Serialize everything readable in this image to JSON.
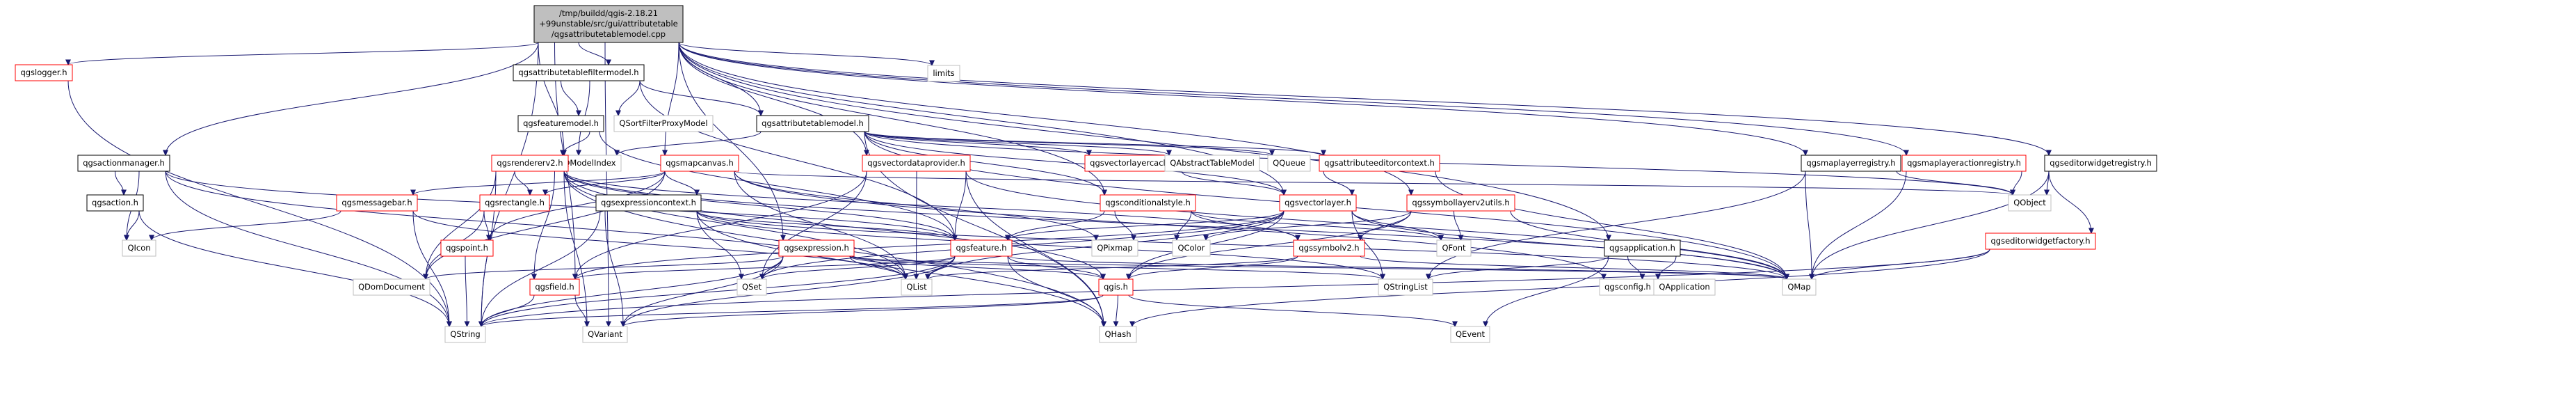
{
  "colors": {
    "root_fill": "#bfbfbf",
    "root_border": "#000000",
    "red_border": "#ff0000",
    "black_border": "#000000",
    "gray_border": "#bfbfbf",
    "edge": "#191970"
  },
  "nodes": [
    {
      "id": "root",
      "style": "root",
      "lines": [
        "/tmp/buildd/qgis-2.18.21",
        "+99unstable/src/gui/attributetable",
        "/qgsattributetablemodel.cpp"
      ]
    },
    {
      "id": "qgslogger",
      "style": "red",
      "lines": [
        "qgslogger.h"
      ]
    },
    {
      "id": "limits",
      "style": "gray",
      "lines": [
        "limits"
      ]
    },
    {
      "id": "qgsattributetablefiltermodel",
      "style": "black",
      "lines": [
        "qgsattributetablefiltermodel.h"
      ]
    },
    {
      "id": "qgsfeaturemodel",
      "style": "black",
      "lines": [
        "qgsfeaturemodel.h"
      ]
    },
    {
      "id": "QSortFilterProxyModel",
      "style": "gray",
      "lines": [
        "QSortFilterProxyModel"
      ]
    },
    {
      "id": "qgsattributetablemodel",
      "style": "black",
      "lines": [
        "qgsattributetablemodel.h"
      ]
    },
    {
      "id": "QModelIndex",
      "style": "gray",
      "lines": [
        "QModelIndex"
      ]
    },
    {
      "id": "qgsactionmanager",
      "style": "black",
      "lines": [
        "qgsactionmanager.h"
      ]
    },
    {
      "id": "qgsrendererv2",
      "style": "red",
      "lines": [
        "qgsrendererv2.h"
      ]
    },
    {
      "id": "qgsmapcanvas",
      "style": "red",
      "lines": [
        "qgsmapcanvas.h"
      ]
    },
    {
      "id": "qgsvectordataprovider",
      "style": "red",
      "lines": [
        "qgsvectordataprovider.h"
      ]
    },
    {
      "id": "qgsvectorlayercache",
      "style": "red",
      "lines": [
        "qgsvectorlayercache.h"
      ]
    },
    {
      "id": "QAbstractTableModel",
      "style": "gray",
      "lines": [
        "QAbstractTableModel"
      ]
    },
    {
      "id": "QQueue",
      "style": "gray",
      "lines": [
        "QQueue"
      ]
    },
    {
      "id": "qgsattributeeditorcontext",
      "style": "red",
      "lines": [
        "qgsattributeeditorcontext.h"
      ]
    },
    {
      "id": "qgsmaplayerregistry",
      "style": "black",
      "lines": [
        "qgsmaplayerregistry.h"
      ]
    },
    {
      "id": "qgsmaplayeractionregistry",
      "style": "red",
      "lines": [
        "qgsmaplayeractionregistry.h"
      ]
    },
    {
      "id": "qgseditorwidgetregistry",
      "style": "black",
      "lines": [
        "qgseditorwidgetregistry.h"
      ]
    },
    {
      "id": "qgsaction",
      "style": "black",
      "lines": [
        "qgsaction.h"
      ]
    },
    {
      "id": "QIcon",
      "style": "gray",
      "lines": [
        "QIcon"
      ]
    },
    {
      "id": "qgsmessagebar",
      "style": "red",
      "lines": [
        "qgsmessagebar.h"
      ]
    },
    {
      "id": "qgsrectangle",
      "style": "red",
      "lines": [
        "qgsrectangle.h"
      ]
    },
    {
      "id": "qgsexpressioncontext",
      "style": "black",
      "lines": [
        "qgsexpressioncontext.h"
      ]
    },
    {
      "id": "qgsconditionalstyle",
      "style": "red",
      "lines": [
        "qgsconditionalstyle.h"
      ]
    },
    {
      "id": "qgsvectorlayer",
      "style": "red",
      "lines": [
        "qgsvectorlayer.h"
      ]
    },
    {
      "id": "qgssymbollayerv2utils",
      "style": "red",
      "lines": [
        "qgssymbollayerv2utils.h"
      ]
    },
    {
      "id": "QObject",
      "style": "gray",
      "lines": [
        "QObject"
      ]
    },
    {
      "id": "qgseditorwidgetfactory",
      "style": "red",
      "lines": [
        "qgseditorwidgetfactory.h"
      ]
    },
    {
      "id": "qgspoint",
      "style": "red",
      "lines": [
        "qgspoint.h"
      ]
    },
    {
      "id": "qgsexpression",
      "style": "red",
      "lines": [
        "qgsexpression.h"
      ]
    },
    {
      "id": "qgsfeature",
      "style": "red",
      "lines": [
        "qgsfeature.h"
      ]
    },
    {
      "id": "QPixmap",
      "style": "gray",
      "lines": [
        "QPixmap"
      ]
    },
    {
      "id": "QColor",
      "style": "gray",
      "lines": [
        "QColor"
      ]
    },
    {
      "id": "qgssymbolv2",
      "style": "red",
      "lines": [
        "qgssymbolv2.h"
      ]
    },
    {
      "id": "QFont",
      "style": "gray",
      "lines": [
        "QFont"
      ]
    },
    {
      "id": "qgsapplication",
      "style": "black",
      "lines": [
        "qgsapplication.h"
      ]
    },
    {
      "id": "QDomDocument",
      "style": "gray",
      "lines": [
        "QDomDocument"
      ]
    },
    {
      "id": "QSet",
      "style": "gray",
      "lines": [
        "QSet"
      ]
    },
    {
      "id": "QList",
      "style": "gray",
      "lines": [
        "QList"
      ]
    },
    {
      "id": "qgsfield",
      "style": "red",
      "lines": [
        "qgsfield.h"
      ]
    },
    {
      "id": "qgis",
      "style": "red",
      "lines": [
        "qgis.h"
      ]
    },
    {
      "id": "QStringList",
      "style": "gray",
      "lines": [
        "QStringList"
      ]
    },
    {
      "id": "qgsconfig",
      "style": "gray",
      "lines": [
        "qgsconfig.h"
      ]
    },
    {
      "id": "QApplication",
      "style": "gray",
      "lines": [
        "QApplication"
      ]
    },
    {
      "id": "QMap",
      "style": "gray",
      "lines": [
        "QMap"
      ]
    },
    {
      "id": "QString",
      "style": "gray",
      "lines": [
        "QString"
      ]
    },
    {
      "id": "QVariant",
      "style": "gray",
      "lines": [
        "QVariant"
      ]
    },
    {
      "id": "QHash",
      "style": "gray",
      "lines": [
        "QHash"
      ]
    },
    {
      "id": "QEvent",
      "style": "gray",
      "lines": [
        "QEvent"
      ]
    }
  ],
  "edges": [
    [
      "root",
      "qgslogger"
    ],
    [
      "root",
      "limits"
    ],
    [
      "root",
      "qgsattributetablefiltermodel"
    ],
    [
      "root",
      "qgsattributetablemodel"
    ],
    [
      "root",
      "qgsactionmanager"
    ],
    [
      "root",
      "qgsrendererv2"
    ],
    [
      "root",
      "qgsmapcanvas"
    ],
    [
      "root",
      "qgsvectordataprovider"
    ],
    [
      "root",
      "qgsconditionalstyle"
    ],
    [
      "root",
      "qgsvectorlayer"
    ],
    [
      "root",
      "qgssymbollayerv2utils"
    ],
    [
      "root",
      "qgsmaplayerregistry"
    ],
    [
      "root",
      "qgsmaplayeractionregistry"
    ],
    [
      "root",
      "qgseditorwidgetregistry"
    ],
    [
      "root",
      "qgsexpression"
    ],
    [
      "root",
      "qgsfield"
    ],
    [
      "root",
      "qgsapplication"
    ],
    [
      "root",
      "QString"
    ],
    [
      "root",
      "QVariant"
    ],
    [
      "qgslogger",
      "QString"
    ],
    [
      "qgsattributetablefiltermodel",
      "qgsfeaturemodel"
    ],
    [
      "qgsattributetablefiltermodel",
      "QSortFilterProxyModel"
    ],
    [
      "qgsattributetablefiltermodel",
      "QModelIndex"
    ],
    [
      "qgsattributetablefiltermodel",
      "qgsattributetablemodel"
    ],
    [
      "qgsattributetablefiltermodel",
      "qgsfeature"
    ],
    [
      "qgsfeaturemodel",
      "QModelIndex"
    ],
    [
      "qgsfeaturemodel",
      "qgsfeature"
    ],
    [
      "qgsattributetablemodel",
      "QModelIndex"
    ],
    [
      "qgsattributetablemodel",
      "qgsvectorlayercache"
    ],
    [
      "qgsattributetablemodel",
      "QAbstractTableModel"
    ],
    [
      "qgsattributetablemodel",
      "QQueue"
    ],
    [
      "qgsattributetablemodel",
      "qgsattributeeditorcontext"
    ],
    [
      "qgsattributetablemodel",
      "qgsconditionalstyle"
    ],
    [
      "qgsattributetablemodel",
      "qgsvectorlayer"
    ],
    [
      "qgsattributetablemodel",
      "QObject"
    ],
    [
      "qgsattributetablemodel",
      "QMap"
    ],
    [
      "qgsattributetablemodel",
      "QHash"
    ],
    [
      "qgsactionmanager",
      "qgsaction"
    ],
    [
      "qgsactionmanager",
      "QIcon"
    ],
    [
      "qgsactionmanager",
      "QString"
    ],
    [
      "qgsactionmanager",
      "QList"
    ],
    [
      "qgsactionmanager",
      "qgsfeature"
    ],
    [
      "qgsaction",
      "QIcon"
    ],
    [
      "qgsaction",
      "QString"
    ],
    [
      "qgsrendererv2",
      "qgis"
    ],
    [
      "qgsrendererv2",
      "qgsrectangle"
    ],
    [
      "qgsrendererv2",
      "qgsfield"
    ],
    [
      "qgsrendererv2",
      "qgsfeature"
    ],
    [
      "qgsrendererv2",
      "qgssymbolv2"
    ],
    [
      "qgsrendererv2",
      "QDomDocument"
    ],
    [
      "qgsrendererv2",
      "QString"
    ],
    [
      "qgsrendererv2",
      "QVariant"
    ],
    [
      "qgsrendererv2",
      "QList"
    ],
    [
      "qgsrendererv2",
      "QHash"
    ],
    [
      "qgsrendererv2",
      "QMap"
    ],
    [
      "qgsmapcanvas",
      "qgsmessagebar"
    ],
    [
      "qgsmapcanvas",
      "qgsrectangle"
    ],
    [
      "qgsmapcanvas",
      "qgspoint"
    ],
    [
      "qgsmapcanvas",
      "qgsexpressioncontext"
    ],
    [
      "qgsmapcanvas",
      "QDomDocument"
    ],
    [
      "qgsmapcanvas",
      "QObject"
    ],
    [
      "qgsmapcanvas",
      "QPixmap"
    ],
    [
      "qgsmapcanvas",
      "QList"
    ],
    [
      "qgsmapcanvas",
      "qgsconfig"
    ],
    [
      "qgsmessagebar",
      "QString"
    ],
    [
      "qgsmessagebar",
      "QIcon"
    ],
    [
      "qgsmessagebar",
      "QList"
    ],
    [
      "qgsrectangle",
      "qgspoint"
    ],
    [
      "qgsrectangle",
      "QDomDocument"
    ],
    [
      "qgspoint",
      "QString"
    ],
    [
      "qgsexpressioncontext",
      "QString"
    ],
    [
      "qgsexpressioncontext",
      "QStringList"
    ],
    [
      "qgsexpressioncontext",
      "QMap"
    ],
    [
      "qgsexpressioncontext",
      "QSet"
    ],
    [
      "qgsexpressioncontext",
      "QVariant"
    ],
    [
      "qgsexpressioncontext",
      "QHash"
    ],
    [
      "qgsexpressioncontext",
      "qgsfeature"
    ],
    [
      "qgsvectordataprovider",
      "qgsfeature"
    ],
    [
      "qgsvectordataprovider",
      "qgsfield"
    ],
    [
      "qgsvectordataprovider",
      "QSet"
    ],
    [
      "qgsvectordataprovider",
      "QList"
    ],
    [
      "qgsvectordataprovider",
      "QMap"
    ],
    [
      "qgsvectordataprovider",
      "QHash"
    ],
    [
      "qgsvectorlayercache",
      "qgsvectorlayer"
    ],
    [
      "qgsattributeeditorcontext",
      "qgsvectorlayer"
    ],
    [
      "qgsattributeeditorcontext",
      "QMap"
    ],
    [
      "qgsconditionalstyle",
      "qgsfeature"
    ],
    [
      "qgsconditionalstyle",
      "QFont"
    ],
    [
      "qgsconditionalstyle",
      "QColor"
    ],
    [
      "qgsconditionalstyle",
      "QPixmap"
    ],
    [
      "qgsconditionalstyle",
      "qgssymbolv2"
    ],
    [
      "qgsvectorlayer",
      "qgsfeature"
    ],
    [
      "qgsvectorlayer",
      "QSet"
    ],
    [
      "qgsvectorlayer",
      "QList"
    ],
    [
      "qgsvectorlayer",
      "QStringList"
    ],
    [
      "qgsvectorlayer",
      "QFont"
    ],
    [
      "qgsvectorlayer",
      "qgsfield"
    ],
    [
      "qgsvectorlayer",
      "QMap"
    ],
    [
      "qgsvectorlayer",
      "qgis"
    ],
    [
      "qgssymbollayerv2utils",
      "QColor"
    ],
    [
      "qgssymbollayerv2utils",
      "QMap"
    ],
    [
      "qgssymbollayerv2utils",
      "qgssymbolv2"
    ],
    [
      "qgssymbollayerv2utils",
      "qgis"
    ],
    [
      "qgssymbollayerv2utils",
      "QFont"
    ],
    [
      "qgsmaplayerregistry",
      "QObject"
    ],
    [
      "qgsmaplayerregistry",
      "QMap"
    ],
    [
      "qgsmaplayerregistry",
      "QStringList"
    ],
    [
      "qgsmaplayeractionregistry",
      "QObject"
    ],
    [
      "qgsmaplayeractionregistry",
      "QMap"
    ],
    [
      "qgseditorwidgetregistry",
      "QObject"
    ],
    [
      "qgseditorwidgetregistry",
      "qgseditorwidgetfactory"
    ],
    [
      "qgseditorwidgetregistry",
      "QMap"
    ],
    [
      "qgseditorwidgetfactory",
      "QMap"
    ],
    [
      "qgseditorwidgetfactory",
      "QString"
    ],
    [
      "qgseditorwidgetfactory",
      "QHash"
    ],
    [
      "qgsexpression",
      "QString"
    ],
    [
      "qgsexpression",
      "QStringList"
    ],
    [
      "qgsexpression",
      "QVariant"
    ],
    [
      "qgsexpression",
      "QList"
    ],
    [
      "qgsexpression",
      "QDomDocument"
    ],
    [
      "qgsexpression",
      "QSet"
    ],
    [
      "qgsexpression",
      "qgis"
    ],
    [
      "qgsexpression",
      "QMap"
    ],
    [
      "qgsfeature",
      "QMap"
    ],
    [
      "qgsfeature",
      "QString"
    ],
    [
      "qgsfeature",
      "QVariant"
    ],
    [
      "qgsfeature",
      "QList"
    ],
    [
      "qgsfeature",
      "QHash"
    ],
    [
      "qgsfeature",
      "qgsfield"
    ],
    [
      "qgsfeature",
      "qgis"
    ],
    [
      "qgsfeature",
      "QSet"
    ],
    [
      "qgssymbolv2",
      "qgis"
    ],
    [
      "qgssymbolv2",
      "QList"
    ],
    [
      "qgssymbolv2",
      "QMap"
    ],
    [
      "qgsapplication",
      "qgsconfig"
    ],
    [
      "qgsapplication",
      "QApplication"
    ],
    [
      "qgsapplication",
      "QStringList"
    ],
    [
      "qgsapplication",
      "QEvent"
    ],
    [
      "qgsfield",
      "QString"
    ],
    [
      "qgsfield",
      "QVariant"
    ],
    [
      "qgis",
      "QEvent"
    ],
    [
      "qgis",
      "QString"
    ],
    [
      "qgis",
      "QVariant"
    ],
    [
      "qgis",
      "QHash"
    ]
  ]
}
